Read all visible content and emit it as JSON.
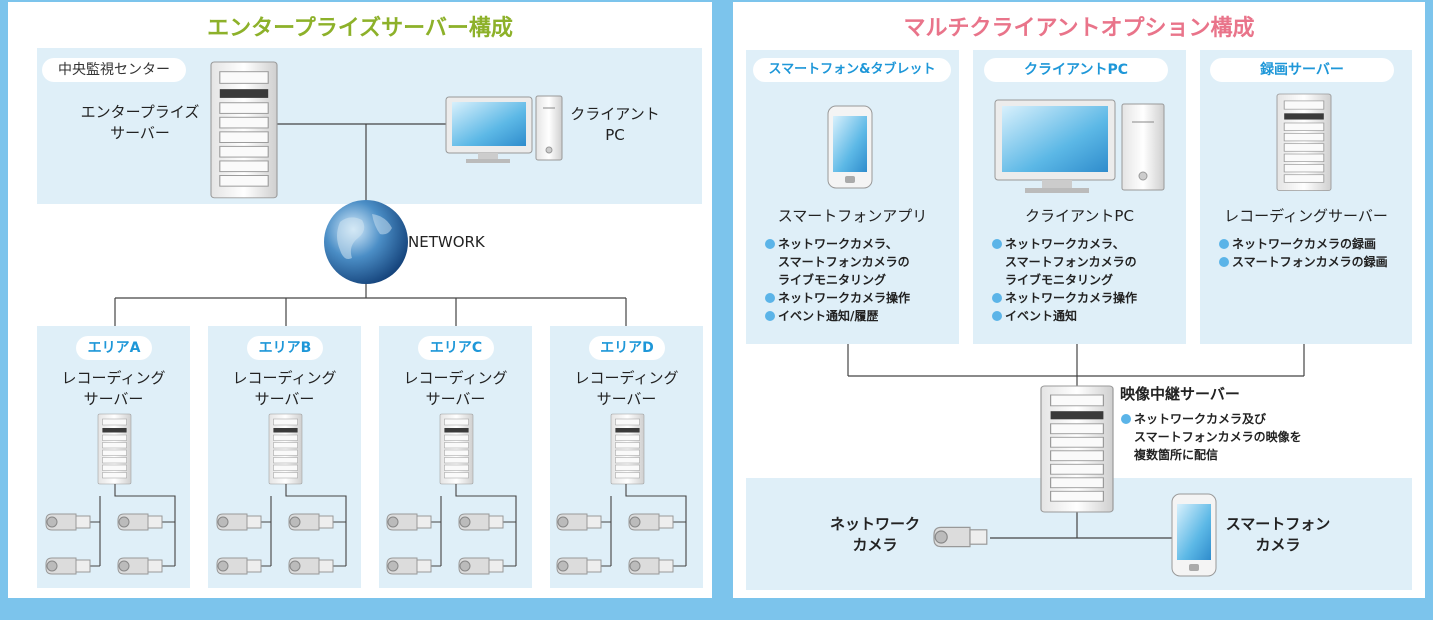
{
  "colors": {
    "background": "#7cc4ec",
    "left_title": "#8db12a",
    "right_title": "#e9748a",
    "pill_text_right": "#1e97d8",
    "zone": "#dfeff8",
    "bullet": "#5bb4e8"
  },
  "left": {
    "title": "エンタープライズサーバー構成",
    "center_tag": "中央監視センター",
    "enterprise_server": [
      "エンタープライズ",
      "サーバー"
    ],
    "client_pc": [
      "クライアント",
      "PC"
    ],
    "network": "NETWORK",
    "areas": [
      {
        "tag": "エリアA",
        "label": [
          "レコーディング",
          "サーバー"
        ]
      },
      {
        "tag": "エリアB",
        "label": [
          "レコーディング",
          "サーバー"
        ]
      },
      {
        "tag": "エリアC",
        "label": [
          "レコーディング",
          "サーバー"
        ]
      },
      {
        "tag": "エリアD",
        "label": [
          "レコーディング",
          "サーバー"
        ]
      }
    ]
  },
  "right": {
    "title": "マルチクライアントオプション構成",
    "columns": [
      {
        "tag": "スマートフォン&タブレット",
        "heading": "スマートフォンアプリ",
        "features": [
          [
            "ネットワークカメラ、",
            "スマートフォンカメラの",
            "ライブモニタリング"
          ],
          [
            "ネットワークカメラ操作"
          ],
          [
            "イベント通知/履歴"
          ]
        ]
      },
      {
        "tag": "クライアントPC",
        "heading": "クライアントPC",
        "features": [
          [
            "ネットワークカメラ、",
            "スマートフォンカメラの",
            "ライブモニタリング"
          ],
          [
            "ネットワークカメラ操作"
          ],
          [
            "イベント通知"
          ]
        ]
      },
      {
        "tag": "録画サーバー",
        "heading": "レコーディングサーバー",
        "features": [
          [
            "ネットワークカメラの録画"
          ],
          [
            "スマートフォンカメラの録画"
          ]
        ]
      }
    ],
    "relay": {
      "heading": "映像中継サーバー",
      "features": [
        [
          "ネットワークカメラ及び",
          "スマートフォンカメラの映像を",
          "複数箇所に配信"
        ]
      ]
    },
    "network_camera": [
      "ネットワーク",
      "カメラ"
    ],
    "smartphone_camera": [
      "スマートフォン",
      "カメラ"
    ]
  }
}
